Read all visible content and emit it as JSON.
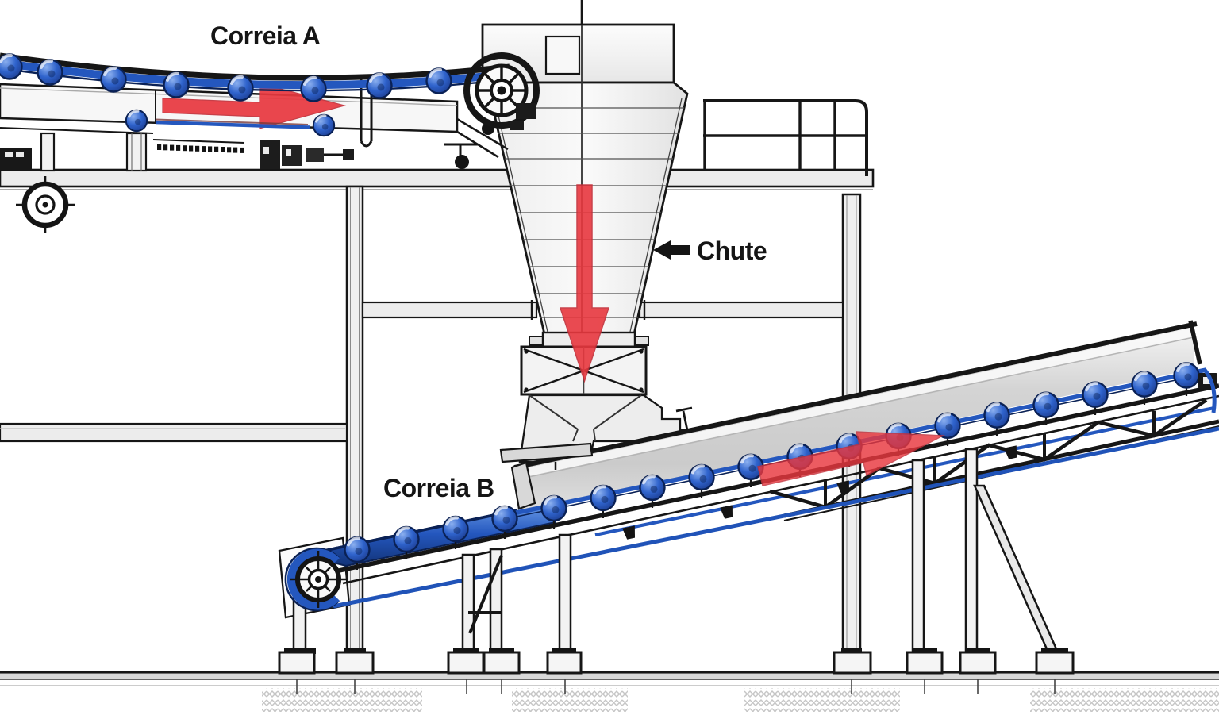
{
  "labels": {
    "belt_a": "Correia A",
    "chute": "Chute",
    "belt_b": "Correia B"
  },
  "annotations": {
    "belt_a_flow_direction": "right",
    "chute_flow_direction": "down",
    "belt_b_flow_direction": "up-right",
    "chute_pointer_direction": "left"
  },
  "colors": {
    "belt_blue": "#2457BE",
    "belt_blue_dark": "#0A2155",
    "return_blue": "#2053B8",
    "arrow_red": "#E8383F",
    "arrow_red_edge": "#C4303A",
    "pointer_black": "#141414",
    "outline_black": "#161616",
    "structure_fill": "#ECECEC",
    "cover_gray": "#CFCFCF",
    "ground_gray": "#D9D9D9",
    "label_text": "#151515",
    "background": "#FFFFFF"
  }
}
